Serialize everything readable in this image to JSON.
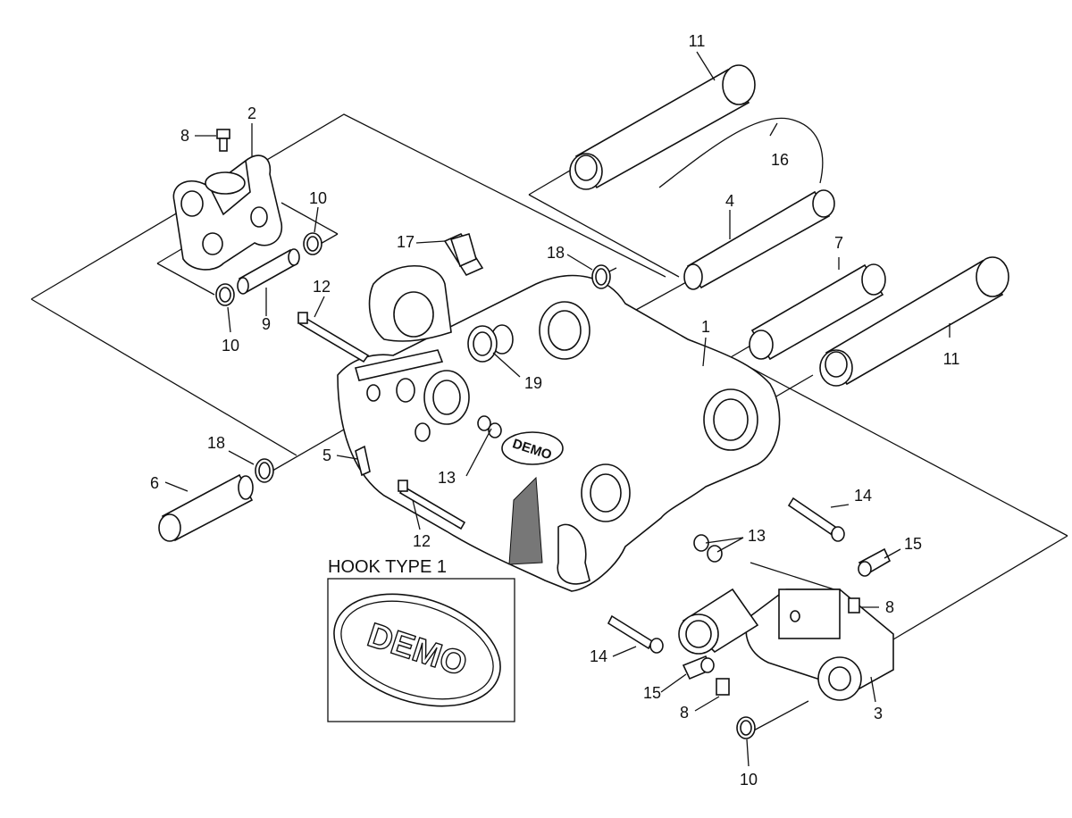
{
  "inset": {
    "title": "HOOK TYPE 1",
    "logo": "DEMO"
  },
  "main_logo": "DEMO",
  "callouts": {
    "c1": "1",
    "c2": "2",
    "c3": "3",
    "c4": "4",
    "c5": "5",
    "c6": "6",
    "c7": "7",
    "c8a": "8",
    "c8b": "8",
    "c8c": "8",
    "c9": "9",
    "c10a": "10",
    "c10b": "10",
    "c10c": "10",
    "c11a": "11",
    "c11b": "11",
    "c12a": "12",
    "c12b": "12",
    "c13a": "13",
    "c13b": "13",
    "c14a": "14",
    "c14b": "14",
    "c15a": "15",
    "c15b": "15",
    "c16": "16",
    "c17": "17",
    "c18a": "18",
    "c18b": "18",
    "c19": "19"
  }
}
